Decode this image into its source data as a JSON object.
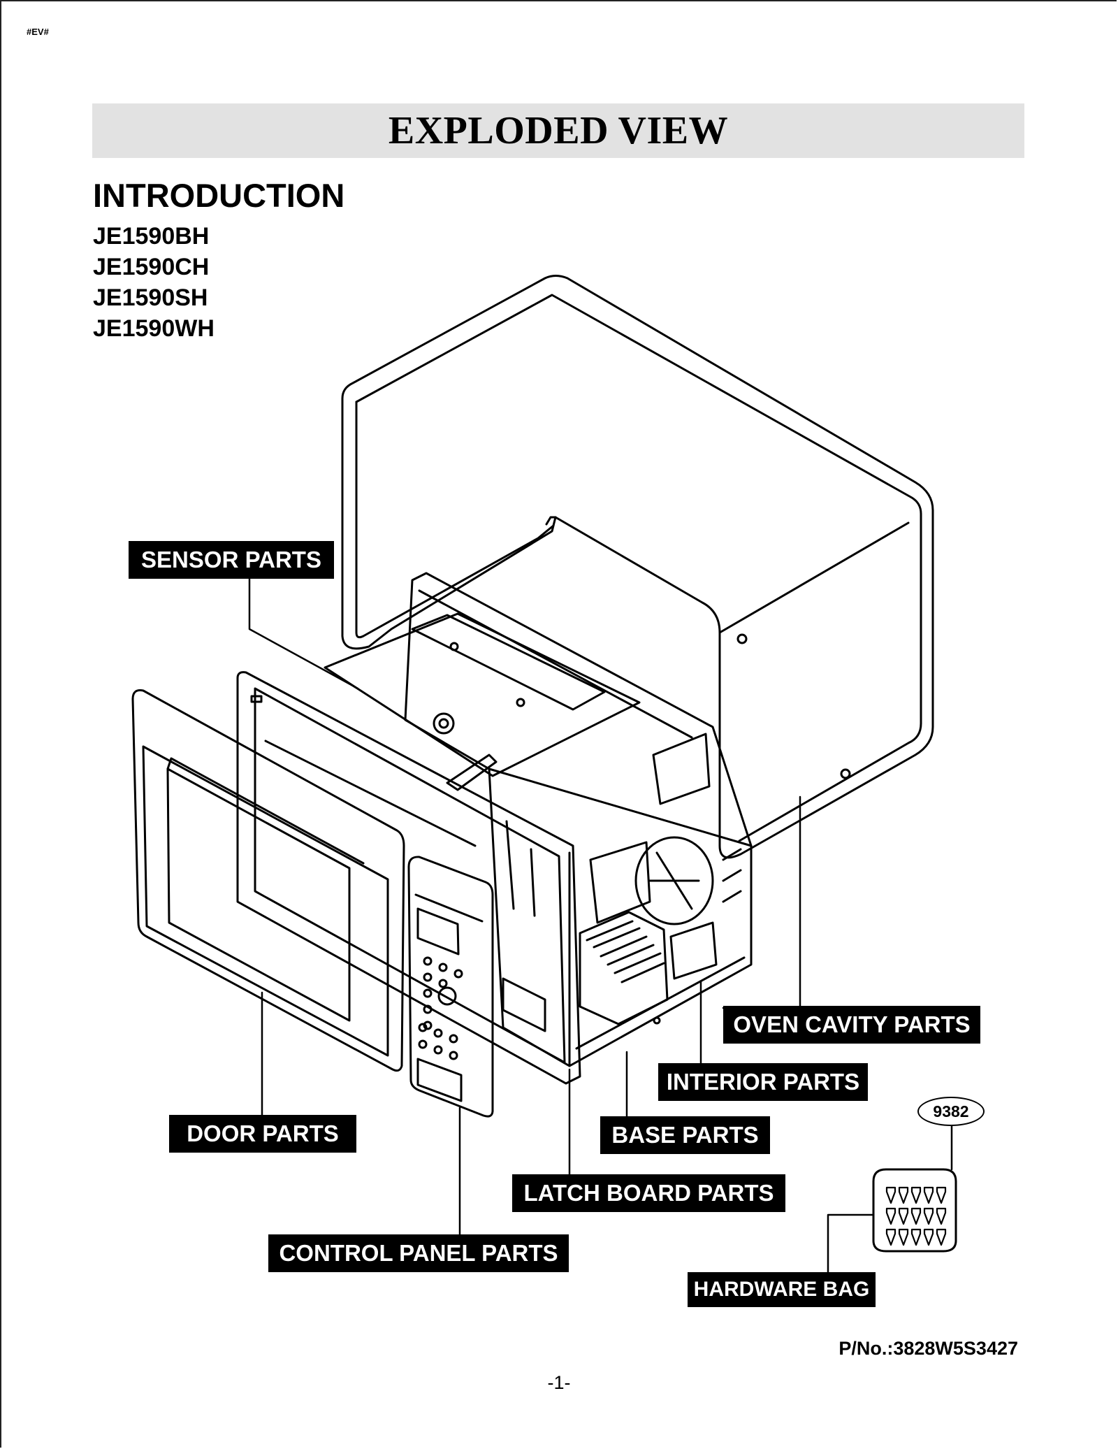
{
  "header_tag": "#EV#",
  "title": "EXPLODED VIEW",
  "section": "INTRODUCTION",
  "models": [
    "JE1590BH",
    "JE1590CH",
    "JE1590SH",
    "JE1590WH"
  ],
  "labels": {
    "sensor": "SENSOR PARTS",
    "oven_cavity": "OVEN CAVITY PARTS",
    "interior": "INTERIOR PARTS",
    "base": "BASE PARTS",
    "latch_board": "LATCH BOARD PARTS",
    "door": "DOOR PARTS",
    "control_panel": "CONTROL PANEL PARTS",
    "hardware_bag": "HARDWARE BAG"
  },
  "hardware_bag_number": "9382",
  "part_number": "P/No.:3828W5S3427",
  "page_number": "-1-"
}
